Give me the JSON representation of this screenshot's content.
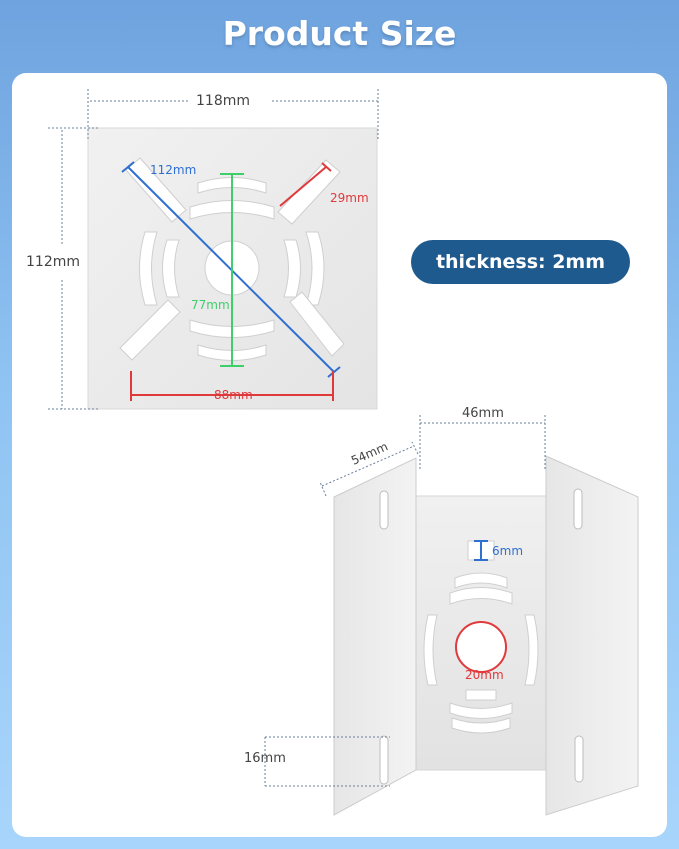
{
  "title": "Product Size",
  "thickness": "thickness: 2mm",
  "plate": {
    "width_label": "118mm",
    "height_label": "112mm",
    "diagonal_label": "112mm",
    "slot_label": "29mm",
    "vertical_label": "77mm",
    "hole_span_label": "88mm"
  },
  "bracket": {
    "width_label": "46mm",
    "side_label": "54mm",
    "slot_label": "6mm",
    "hole_label": "20mm",
    "bottom_label": "16mm"
  },
  "colors": {
    "blue": "#2f6fd0",
    "red": "#e0393b",
    "green": "#3ecf6b",
    "dotted": "#6a7f9a"
  }
}
